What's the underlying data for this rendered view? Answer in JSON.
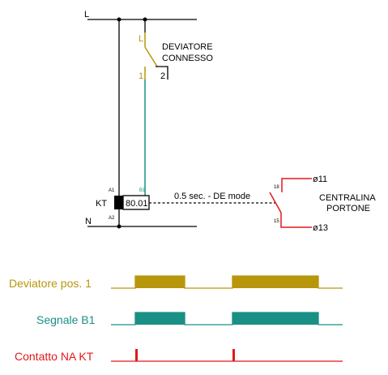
{
  "colors": {
    "wire": "#000000",
    "deviatore": "#b8960c",
    "segnale": "#1a8f86",
    "contatto": "#e0191b"
  },
  "schematic": {
    "line_L": "L",
    "line_N": "N",
    "switch_top_label": "L",
    "switch_pos1_label": "1",
    "switch_pos2_label": "2",
    "switch_name_line1": "DEVIATORE",
    "switch_name_line2": "CONNESSO",
    "relay_tag": "KT",
    "relay_model": "80.01",
    "pin_a1": "A1",
    "pin_a2": "A2",
    "pin_b1": "B1",
    "contact_pin_18": "18",
    "contact_pin_15": "15",
    "terminal_11": "ø11",
    "terminal_13": "ø13",
    "mode_text": "0.5 sec. - DE mode",
    "target_line1": "CENTRALINA",
    "target_line2": "PORTONE"
  },
  "timing": {
    "signals": [
      {
        "name": "deviatore",
        "label": "Deviatore pos. 1",
        "color": "#b8960c"
      },
      {
        "name": "segnale",
        "label": "Segnale B1",
        "color": "#1a8f86"
      },
      {
        "name": "contatto",
        "label": "Contatto NA KT",
        "color": "#e0191b"
      }
    ]
  }
}
